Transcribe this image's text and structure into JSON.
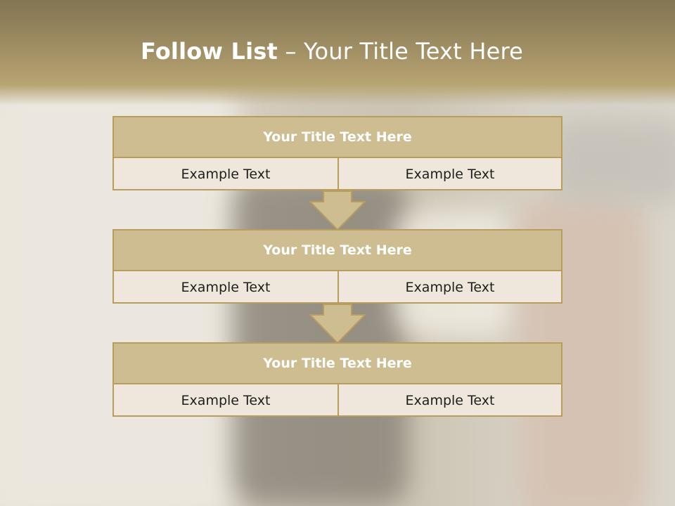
{
  "title": {
    "bold": "Follow List",
    "rest": " – Your Title Text Here"
  },
  "rows": [
    {
      "title": "Your Title Text Here",
      "left": "Example Text",
      "right": "Example Text"
    },
    {
      "title": "Your Title Text Here",
      "left": "Example Text",
      "right": "Example Text"
    },
    {
      "title": "Your Title Text Here",
      "left": "Example Text",
      "right": "Example Text"
    }
  ],
  "colors": {
    "header": "#9c8b62",
    "box_head": "#cebd91",
    "box_border": "#b79d5e",
    "cell_bg": "#efe7dc"
  }
}
